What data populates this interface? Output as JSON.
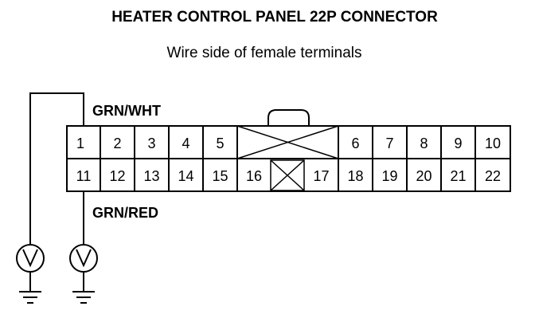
{
  "title": "HEATER CONTROL PANEL 22P CONNECTOR",
  "subtitle": "Wire side of female terminals",
  "wire_labels": {
    "top": "GRN/WHT",
    "bottom": "GRN/RED"
  },
  "connector": {
    "top_row": [
      {
        "id": "1",
        "label": "1"
      },
      {
        "id": "2",
        "label": "2"
      },
      {
        "id": "3",
        "label": "3"
      },
      {
        "id": "4",
        "label": "4"
      },
      {
        "id": "5",
        "label": "5"
      },
      {
        "id": "6",
        "label": "6"
      },
      {
        "id": "7",
        "label": "7"
      },
      {
        "id": "8",
        "label": "8"
      },
      {
        "id": "9",
        "label": "9"
      },
      {
        "id": "10",
        "label": "10"
      }
    ],
    "bottom_row": [
      {
        "id": "11",
        "label": "11"
      },
      {
        "id": "12",
        "label": "12"
      },
      {
        "id": "13",
        "label": "13"
      },
      {
        "id": "14",
        "label": "14"
      },
      {
        "id": "15",
        "label": "15"
      },
      {
        "id": "16",
        "label": "16"
      },
      {
        "id": "17",
        "label": "17"
      },
      {
        "id": "18",
        "label": "18"
      },
      {
        "id": "19",
        "label": "19"
      },
      {
        "id": "20",
        "label": "20"
      },
      {
        "id": "21",
        "label": "21"
      },
      {
        "id": "22",
        "label": "22"
      }
    ]
  },
  "icons": {
    "meter_left": "voltmeter-icon",
    "meter_right": "voltmeter-icon",
    "ground": "ground-icon"
  }
}
